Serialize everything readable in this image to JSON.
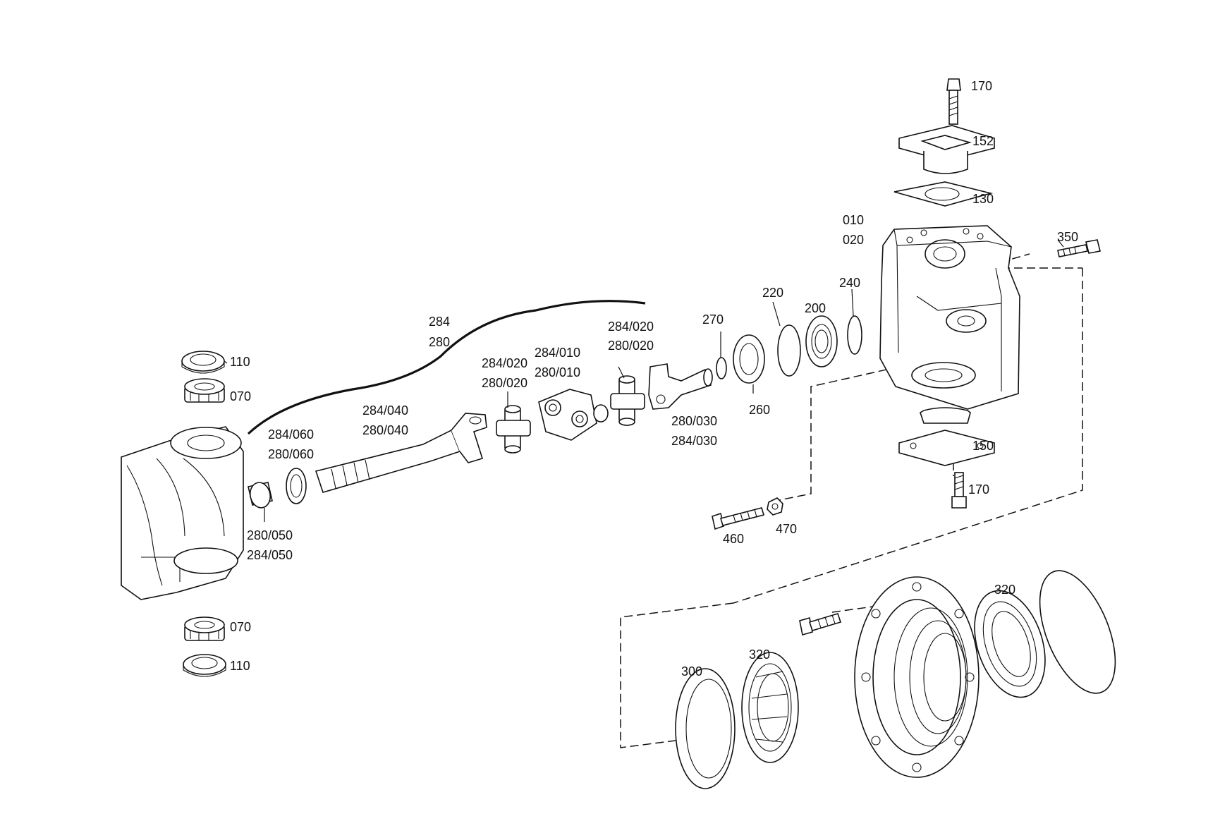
{
  "callouts": {
    "c170_top": "170",
    "c152": "152",
    "c130": "130",
    "c010": "010",
    "c020": "020",
    "c350": "350",
    "c240": "240",
    "c220": "220",
    "c200": "200",
    "c270": "270",
    "c260": "260",
    "c284_grp": "284",
    "c280_grp": "280",
    "c284_020_a": "284/020",
    "c280_020_a": "280/020",
    "c284_010": "284/010",
    "c280_010": "280/010",
    "c284_020_b": "284/020",
    "c280_020_b": "280/020",
    "c280_030": "280/030",
    "c284_030": "284/030",
    "c284_040": "284/040",
    "c280_040": "280/040",
    "c284_060": "284/060",
    "c280_060": "280/060",
    "c280_050": "280/050",
    "c284_050": "284/050",
    "c110_top": "110",
    "c070_top": "070",
    "c070_bot": "070",
    "c110_bot": "110",
    "c150": "150",
    "c170_bot": "170",
    "c460": "460",
    "c470": "470",
    "c300": "300",
    "c320_left": "320",
    "c320_right": "320"
  },
  "parts": [
    "bolt",
    "bearing-cap",
    "gasket",
    "steering-knuckle",
    "bolt",
    "circlip",
    "snap-ring",
    "ball-bearing",
    "retaining-ring",
    "shaft-seal",
    "drive-shaft",
    "universal-joint-cross",
    "double-yoke",
    "stub-yoke",
    "axle-shaft",
    "sleeve",
    "seal-ring",
    "axle-housing",
    "bearing-race",
    "roller-bearing",
    "stud-bolt",
    "nut",
    "wheel-hub",
    "o-ring"
  ]
}
